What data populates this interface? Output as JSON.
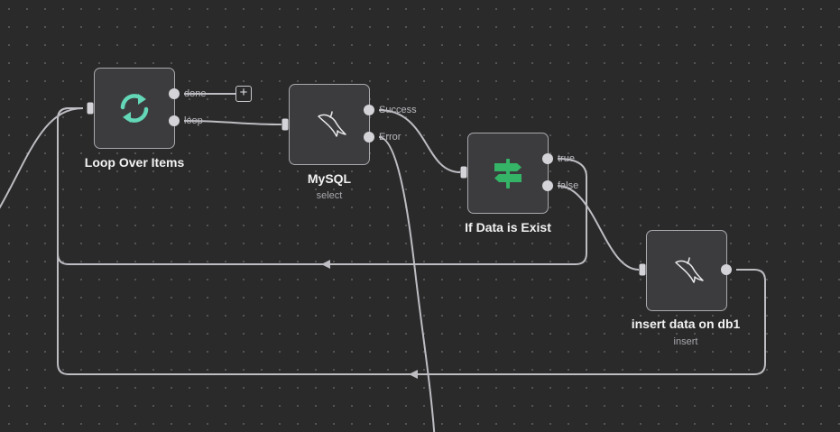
{
  "colors": {
    "canvas_background": "#2a2a2b",
    "node_fill": "#3c3c3e",
    "node_border": "#a9a9ae",
    "edge": "#bdbdc2",
    "loop_icon": "#63d7b7",
    "if_icon": "#35b366"
  },
  "nodes": {
    "loop": {
      "title": "Loop Over Items",
      "icon": "sync-icon",
      "ports": {
        "done": "done",
        "loop": "loop"
      }
    },
    "mysql_select": {
      "title": "MySQL",
      "subtitle": "select",
      "icon": "mysql-dolphin-icon",
      "ports": {
        "success": "Success",
        "error": "Error"
      }
    },
    "if_exist": {
      "title": "If Data is Exist",
      "icon": "signpost-icon",
      "ports": {
        "true": "true",
        "false": "false"
      }
    },
    "mysql_insert": {
      "title": "insert data on db1",
      "subtitle": "insert",
      "icon": "mysql-dolphin-icon"
    }
  },
  "add_button": {
    "label": "+"
  }
}
